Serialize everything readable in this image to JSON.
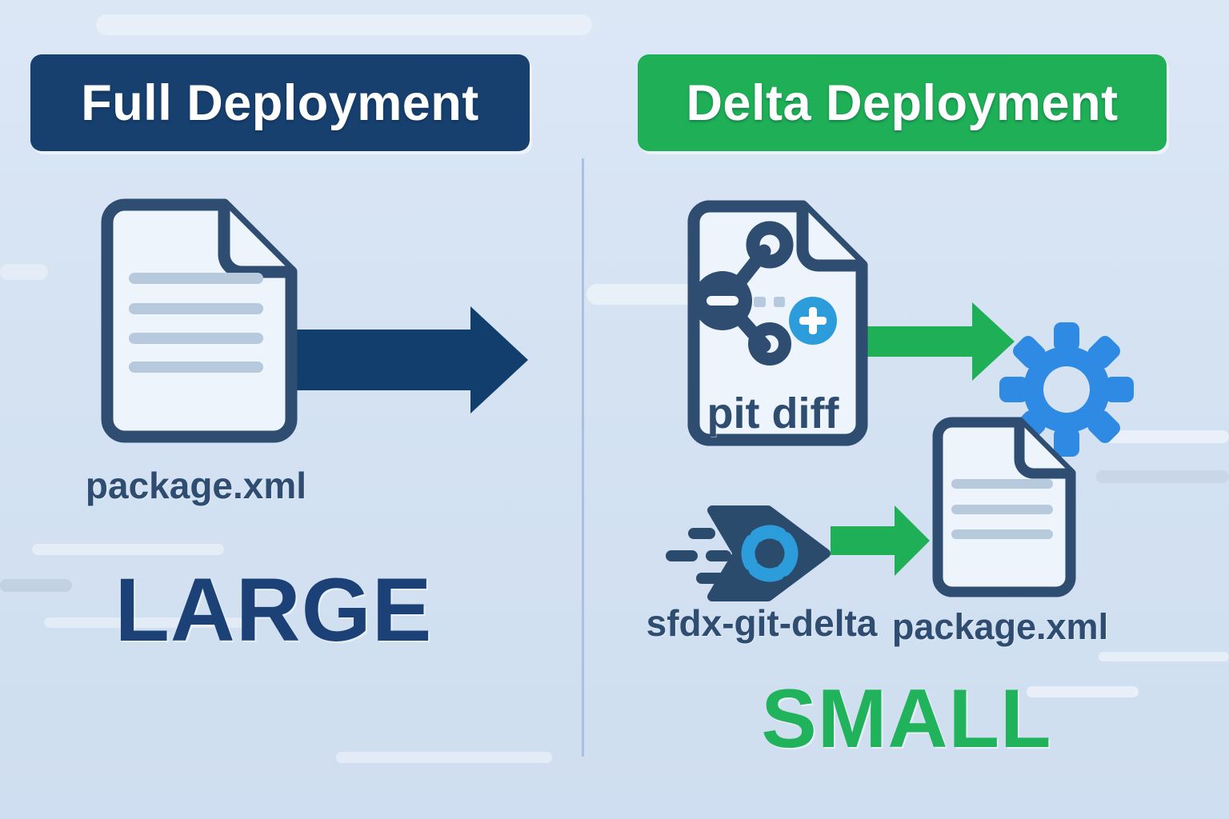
{
  "left_panel": {
    "header_label": "Full Deployment",
    "file_label": "package.xml",
    "size_label": "LARGE"
  },
  "right_panel": {
    "header_label": "Delta Deployment",
    "diff_file_label": "pit diff",
    "tool_label": "sfdx-git-delta",
    "file_label": "package.xml",
    "size_label": "SMALL"
  },
  "icons": [
    {
      "name": "package-xml-file-icon",
      "glyph": "document-with-folded-corner"
    },
    {
      "name": "full-deploy-arrow-icon",
      "glyph": "arrow-right"
    },
    {
      "name": "pit-diff-file-icon",
      "glyph": "document-with-git-diff"
    },
    {
      "name": "git-branch-icon",
      "glyph": "git-version-nodes"
    },
    {
      "name": "minus-icon",
      "glyph": "minus"
    },
    {
      "name": "plus-circle-icon",
      "glyph": "plus-in-circle"
    },
    {
      "name": "delta-deploy-arrow-top-icon",
      "glyph": "arrow-right"
    },
    {
      "name": "gear-icon",
      "glyph": "eight-tooth-gear"
    },
    {
      "name": "delta-package-file-icon",
      "glyph": "document-with-folded-corner"
    },
    {
      "name": "sfdx-git-delta-icon",
      "glyph": "speeding-badge-with-gear"
    },
    {
      "name": "delta-deploy-arrow-bottom-icon",
      "glyph": "arrow-right"
    }
  ],
  "colors": {
    "navy": "#17406f",
    "navy-dark": "#123e6d",
    "green": "#1fb057",
    "accent-blue": "#2d9cdb",
    "gear-blue": "#2e8ae3",
    "slate": "#2e4d71",
    "speed-navy": "#2b4b6d",
    "doc-fill": "#edf4fc",
    "doc-line": "#b7c9dd",
    "band": "#c6d1de",
    "background": "#d5e2f2",
    "divider": "#a9c1de"
  }
}
